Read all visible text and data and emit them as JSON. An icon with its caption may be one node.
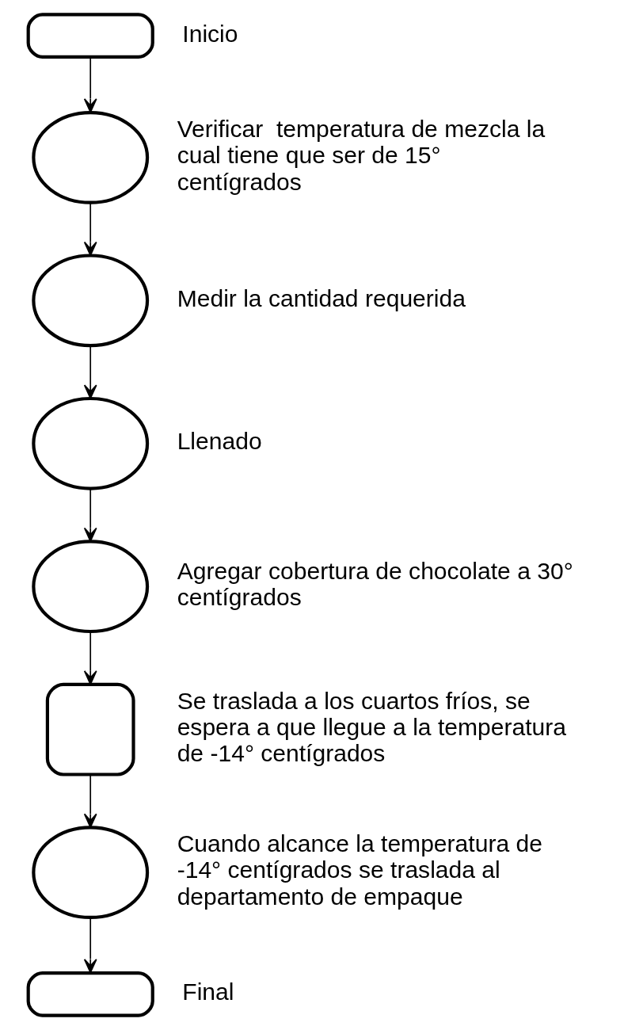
{
  "diagram": {
    "nodes": [
      {
        "text": [],
        "shape": "terminal",
        "beside": [
          "Inicio"
        ]
      },
      {
        "text": [],
        "shape": "circle",
        "beside": [
          "Verificar  temperatura de mezcla la cual tiene que ser de 15° centígrados"
        ]
      },
      {
        "text": [],
        "shape": "circle",
        "beside": [
          "Medir la cantidad requerida"
        ]
      },
      {
        "text": [],
        "shape": "circle",
        "beside": [
          "Llenado"
        ]
      },
      {
        "text": [],
        "shape": "circle",
        "beside": [
          "Agregar cobertura de chocolate a 30° centígrados"
        ]
      },
      {
        "text": [],
        "shape": "delay",
        "beside": [
          "Se traslada a los cuartos fríos, se espera a que llegue a la temperatura de -14° centígrados"
        ]
      },
      {
        "text": [],
        "shape": "circle",
        "beside": [
          "Cuando alcance la temperatura de -14° centígrados se traslada al departamento de empaque"
        ]
      },
      {
        "text": [],
        "shape": "terminal",
        "beside": [
          "Final"
        ]
      }
    ],
    "edges": [
      {
        "from": 0,
        "to": 1,
        "arrow": "to"
      },
      {
        "from": 1,
        "to": 2,
        "arrow": "to"
      },
      {
        "from": 2,
        "to": 3,
        "arrow": "to"
      },
      {
        "from": 3,
        "to": 4,
        "arrow": "to"
      },
      {
        "from": 4,
        "to": 5,
        "arrow": "to"
      },
      {
        "from": 5,
        "to": 6,
        "arrow": "to"
      },
      {
        "from": 6,
        "to": 7,
        "arrow": "to"
      }
    ]
  }
}
